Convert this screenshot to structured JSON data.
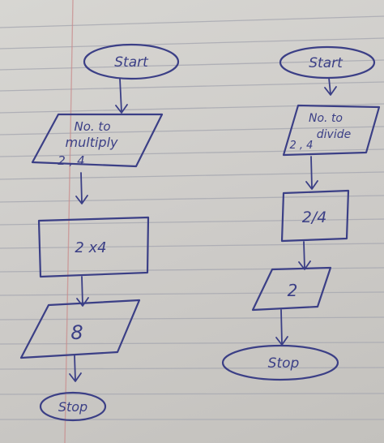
{
  "flowchart_left": {
    "start": "Start",
    "input_line1": "No. to",
    "input_line2": "multiply",
    "input_line3": "2 , 4",
    "process": "2 x4",
    "output": "8",
    "stop": "Stop"
  },
  "flowchart_right": {
    "start": "Start",
    "input_line1": "No. to",
    "input_line2": "divide",
    "input_line3": "2 , 4",
    "process": "2/4",
    "output": "2",
    "stop": "Stop"
  },
  "colors": {
    "ink": "#3b3f86",
    "paper": "#d4d3cf",
    "rule_line": "#a9aab2",
    "margin_line": "#c98a8a"
  }
}
